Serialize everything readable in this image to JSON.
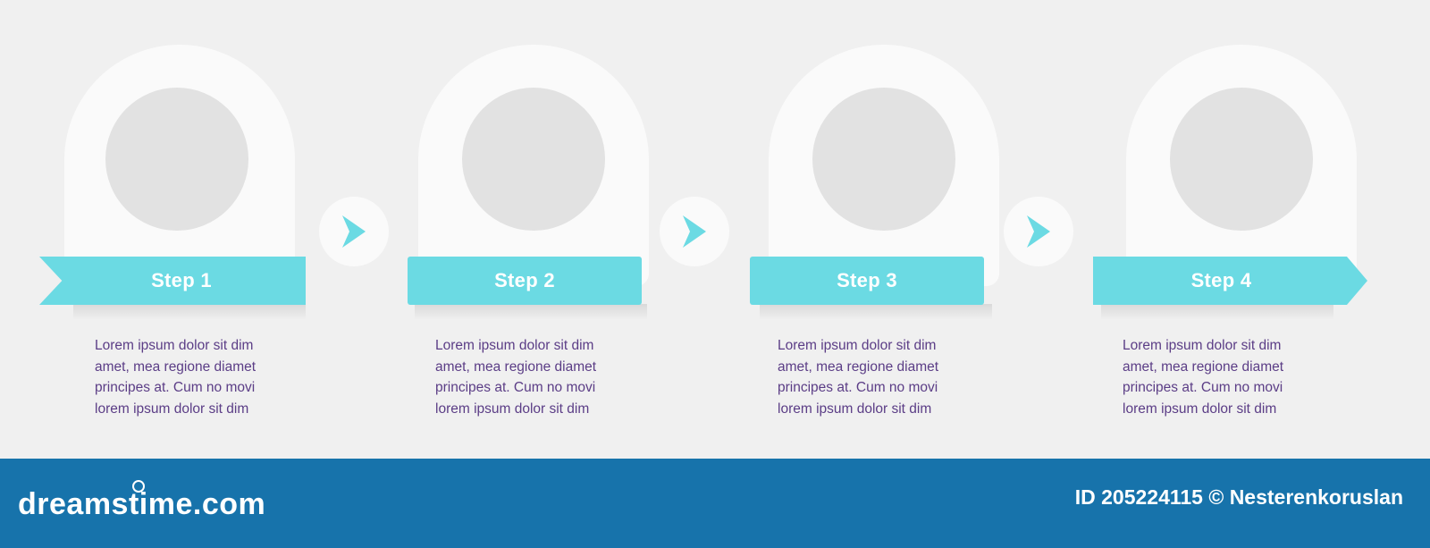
{
  "steps": [
    {
      "label": "Step 1",
      "lines": [
        "Lorem ipsum dolor sit dim",
        "amet, mea regione diamet",
        "principes at. Cum no movi",
        "lorem ipsum dolor sit dim"
      ]
    },
    {
      "label": "Step 2",
      "lines": [
        "Lorem ipsum dolor sit dim",
        "amet, mea regione diamet",
        "principes at. Cum no movi",
        "lorem ipsum dolor sit dim"
      ]
    },
    {
      "label": "Step 3",
      "lines": [
        "Lorem ipsum dolor sit dim",
        "amet, mea regione diamet",
        "principes at. Cum no movi",
        "lorem ipsum dolor sit dim"
      ]
    },
    {
      "label": "Step 4",
      "lines": [
        "Lorem ipsum dolor sit dim",
        "amet, mea regione diamet",
        "principes at. Cum no movi",
        "lorem ipsum dolor sit dim"
      ]
    }
  ],
  "arrows": [
    {
      "icon": "chevron-right-icon"
    },
    {
      "icon": "chevron-right-icon"
    },
    {
      "icon": "chevron-right-icon"
    }
  ],
  "footer": {
    "brand": "dreamstime.com",
    "credit": "ID 205224115 © Nesterenkoruslan"
  },
  "colors": {
    "background": "#f0f0f0",
    "card": "#fafafa",
    "photo_placeholder": "#e2e2e2",
    "banner": "#6bdae3",
    "banner_text": "#ffffff",
    "description_text": "#5b3d86",
    "footer": "#1773ab"
  }
}
